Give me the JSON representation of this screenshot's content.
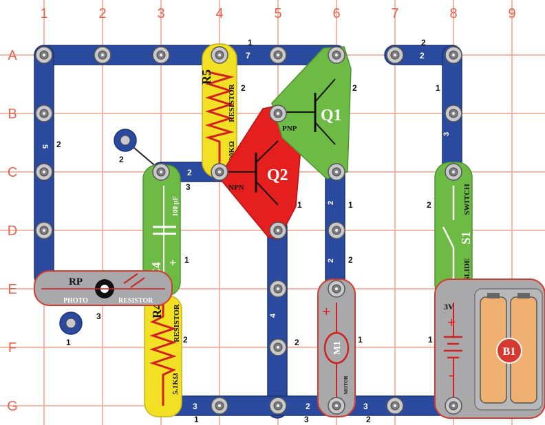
{
  "grid": {
    "columns": [
      "1",
      "2",
      "3",
      "4",
      "5",
      "6",
      "7",
      "8",
      "9"
    ],
    "rows": [
      "A",
      "B",
      "C",
      "D",
      "E",
      "F",
      "G"
    ],
    "line_color": "#f4a28c",
    "label_color": "#e8604c"
  },
  "components": {
    "r5": {
      "name": "R5",
      "type": "RESISTOR",
      "value": "100KΩ",
      "color": "#f2e024"
    },
    "q1": {
      "name": "Q1",
      "type": "PNP",
      "color": "#6dbb45"
    },
    "q2": {
      "name": "Q2",
      "type": "NPN",
      "color": "#e51e1e"
    },
    "c4": {
      "name": "C4",
      "value": "100 µF",
      "plus": "+",
      "color": "#6dbb45"
    },
    "rp": {
      "name": "RP",
      "line1": "PHOTO",
      "line2": "RESISTOR"
    },
    "r4": {
      "name": "R4",
      "type": "RESISTOR",
      "value": "5.1KΩ",
      "color": "#f2e024"
    },
    "m1": {
      "name": "M1",
      "plus": "+",
      "sub": "MOTOR"
    },
    "s1": {
      "name": "S1",
      "line1": "SLIDE",
      "line2": "SWITCH",
      "color": "#6dbb45"
    },
    "b1": {
      "name": "B1",
      "voltage": "3V",
      "plus": "+",
      "minus": "-"
    }
  },
  "snap_labels": {
    "w_top_7": "7",
    "w_top_2": "2",
    "w_left_5": "5",
    "w_c_2": "2",
    "w_b8_3": "3",
    "w_d5_4": "4",
    "w_e6_2": "2",
    "w_bot_3a": "3",
    "w_bot_2": "2",
    "w_bot_3b": "3",
    "l_1_a": "1",
    "l_2_a": "2",
    "l_2_r5": "2",
    "l_2_q1": "2",
    "l_1_b8": "1",
    "l_2_left": "2",
    "l_2_c3": "2",
    "l_3_c": "3",
    "l_1_q2": "1",
    "l_1_d6": "1",
    "l_2_s1": "2",
    "l_1_c4": "1",
    "l_2_e6": "2",
    "l_3_rp": "3",
    "l_1_e1": "1",
    "l_2_r4": "2",
    "l_2_f5": "2",
    "l_1_m1": "1",
    "l_1_b1": "1",
    "l_1_g": "1",
    "l_3_g": "3",
    "l_2_g": "2"
  }
}
